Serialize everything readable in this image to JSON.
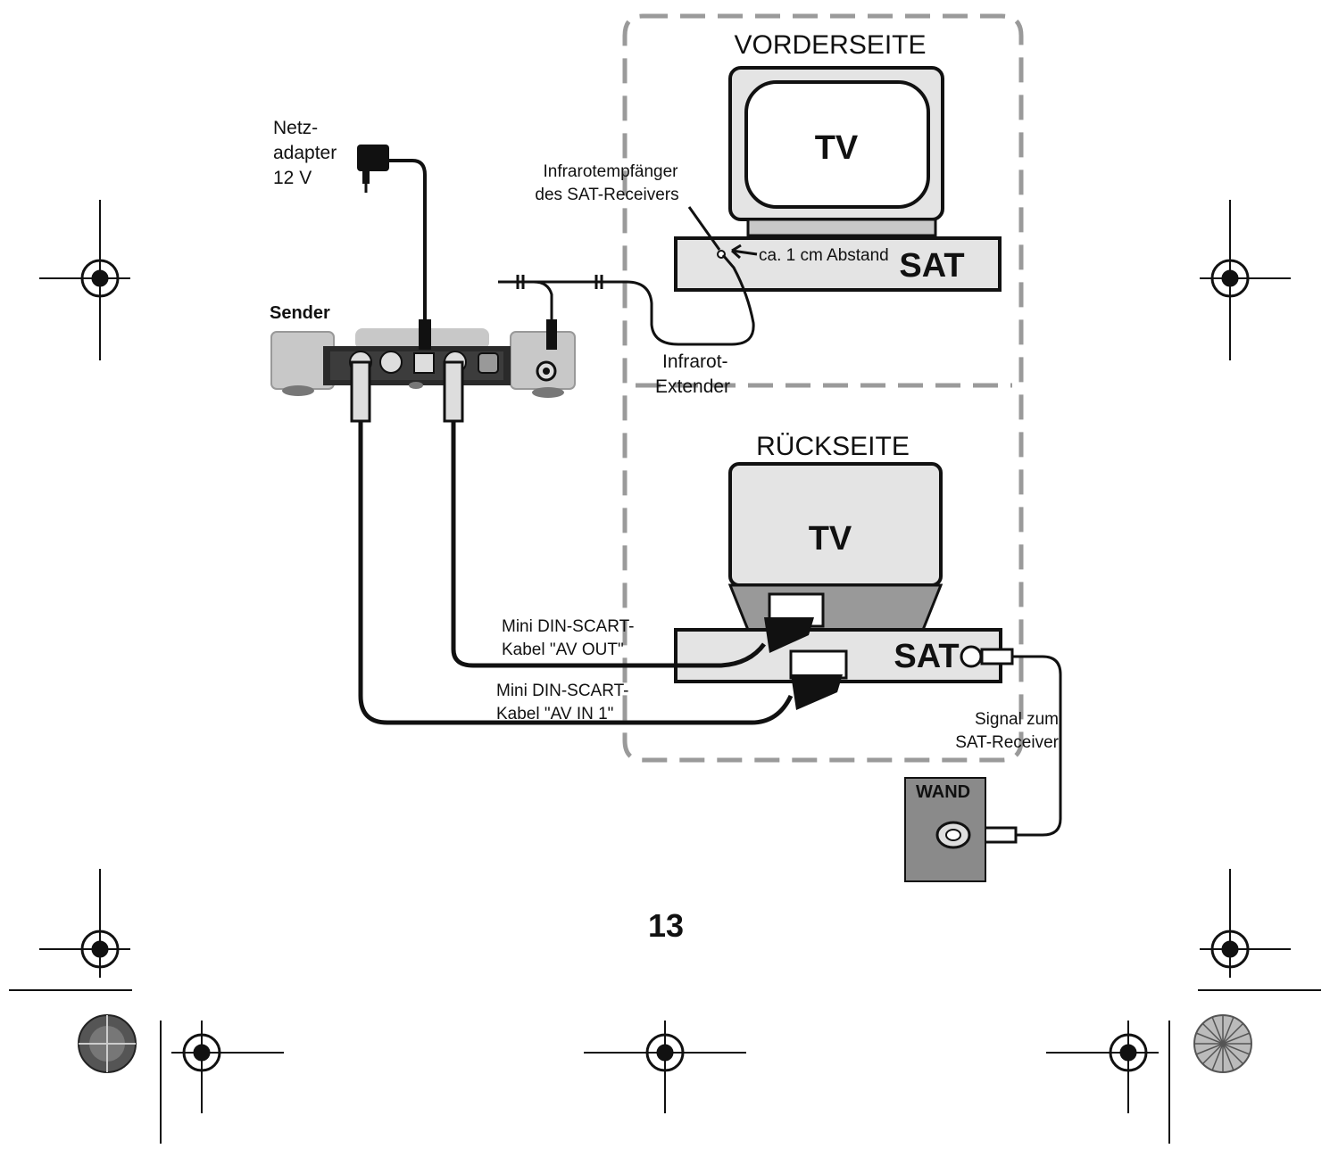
{
  "labels": {
    "power_adapter": [
      "Netz-",
      "adapter",
      "12 V"
    ],
    "sender": "Sender",
    "ir_receiver": [
      "Infrarotempfänger",
      "des SAT-Receivers"
    ],
    "distance": "ca. 1 cm Abstand",
    "ir_extender": [
      "Infrarot-",
      "Extender"
    ],
    "front_side": "VORDERSEITE",
    "back_side": "RÜCKSEITE",
    "tv_front": "TV",
    "tv_back": "TV",
    "sat_front": "SAT",
    "sat_back": "SAT",
    "cable_av_out": [
      "Mini DIN-SCART-",
      "Kabel \"AV OUT\""
    ],
    "cable_av_in": [
      "Mini DIN-SCART-",
      "Kabel \"AV IN 1\""
    ],
    "signal": [
      "Signal zum",
      "SAT-Receiver"
    ],
    "wall": "WAND"
  },
  "page_number": "13",
  "colors": {
    "ink": "#111111",
    "device_gray": "#c8c8c8",
    "device_light": "#e4e4e4",
    "panel_dark": "#2a2a2a",
    "wall_gray": "#8a8a8a",
    "dashed_frame": "#9a9a9a"
  }
}
